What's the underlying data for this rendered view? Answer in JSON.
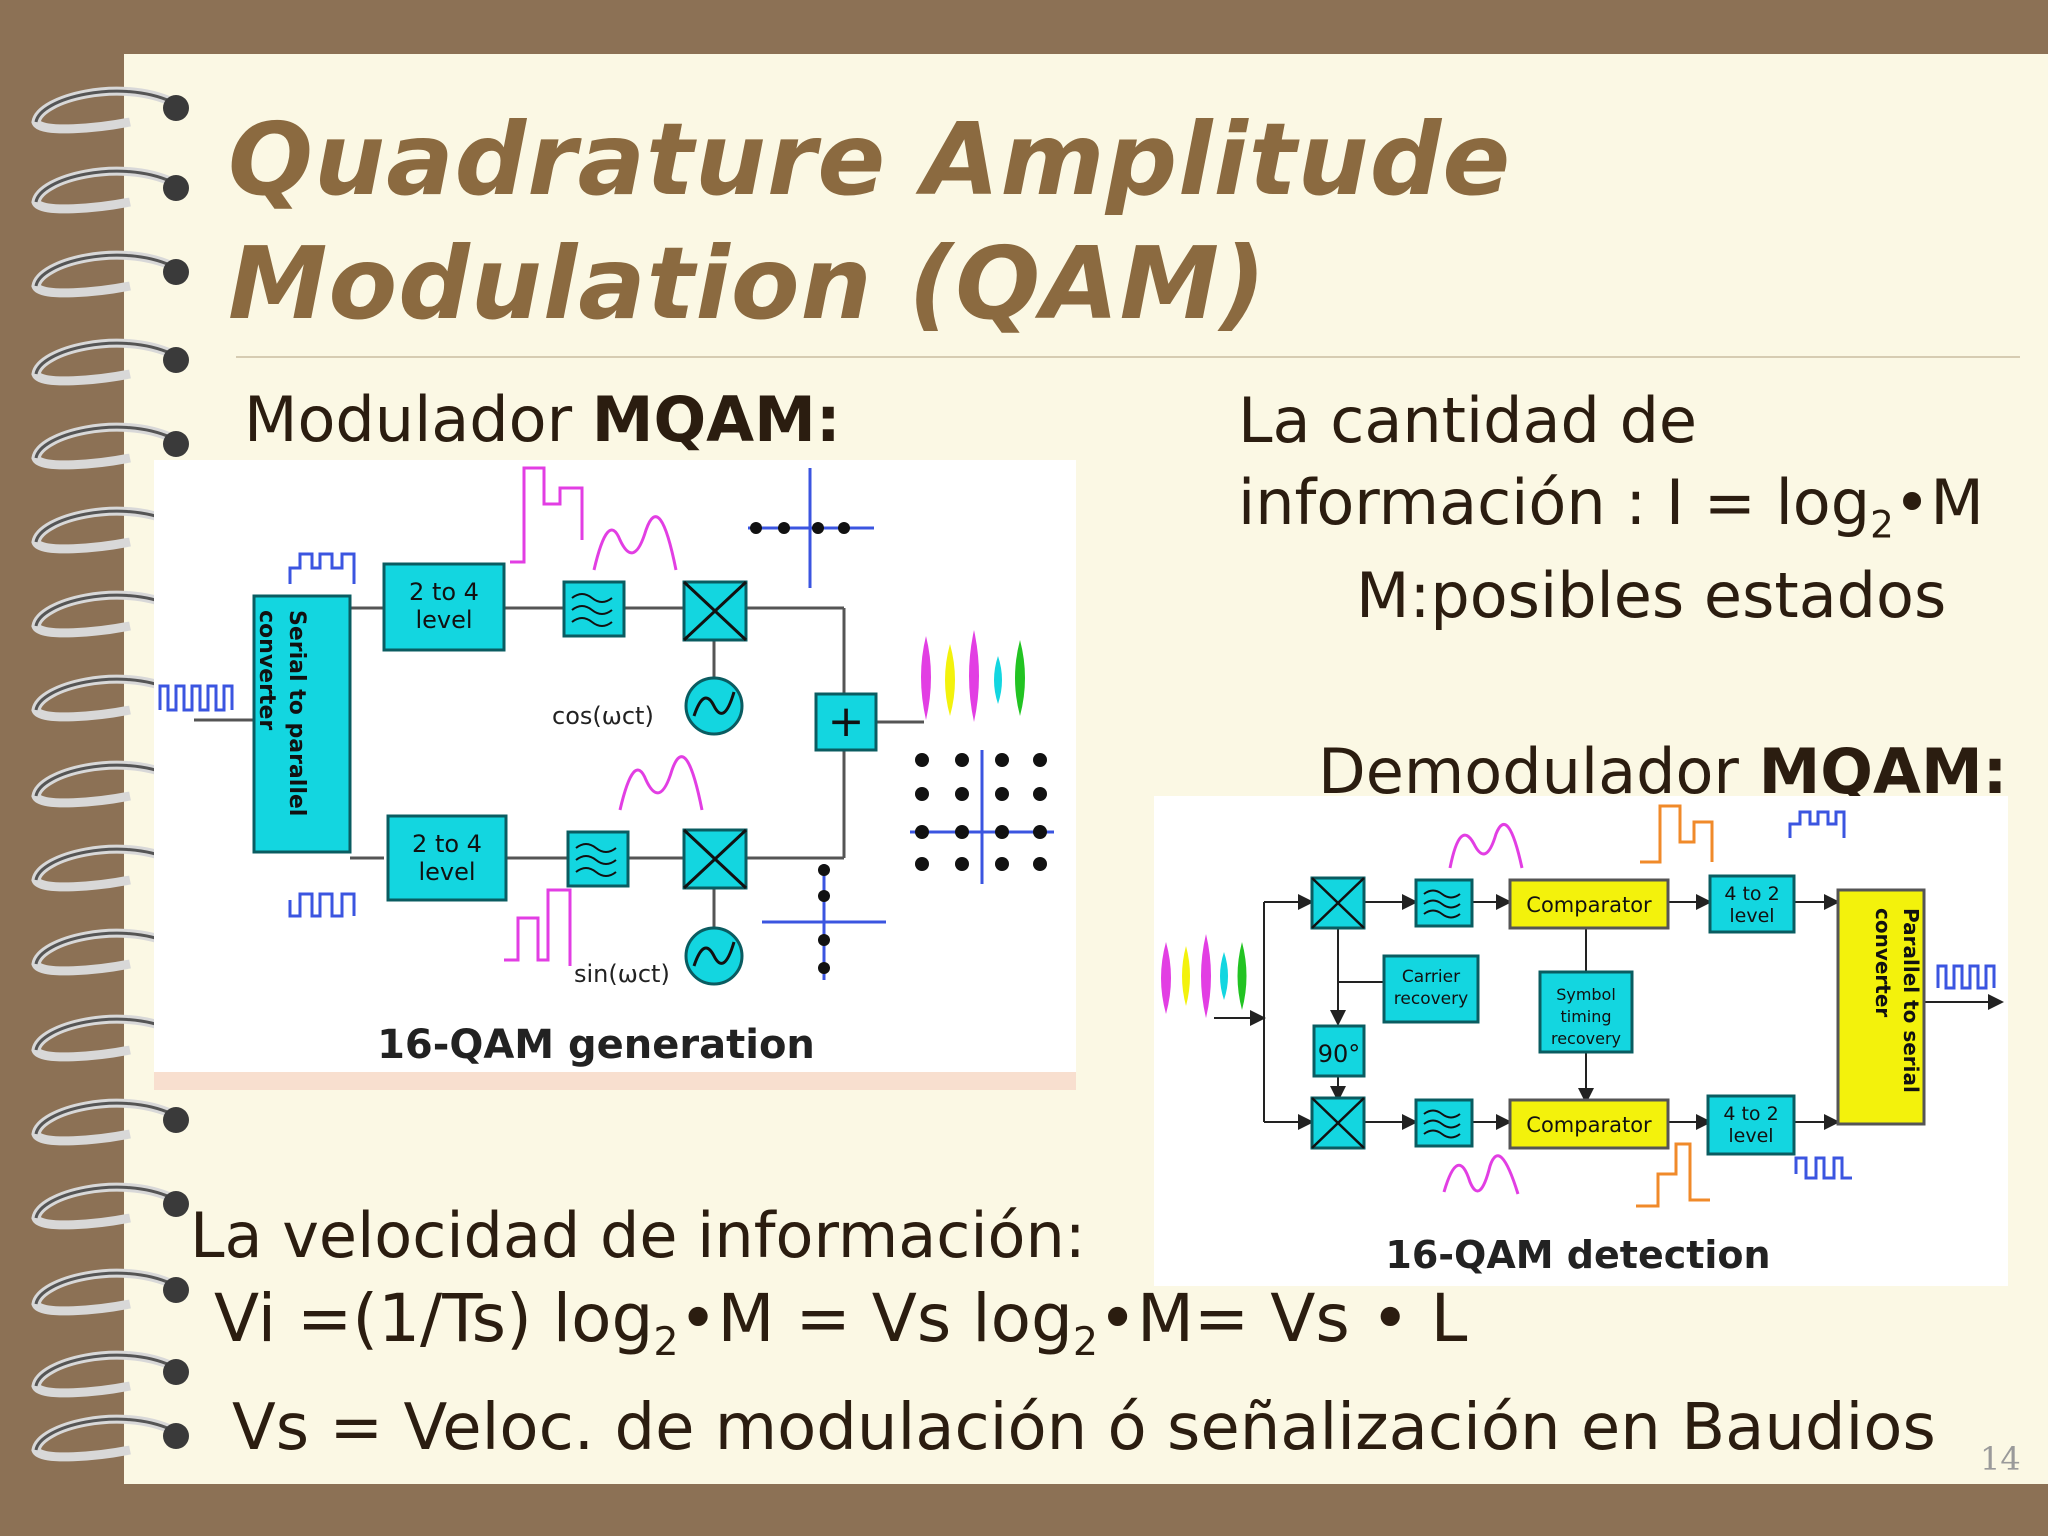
{
  "slide": {
    "title": "Quadrature Amplitude Modulation (QAM)",
    "page_number": "14"
  },
  "modulator": {
    "label_prefix": "Modulador ",
    "label_bold": "MQAM:",
    "diagram": {
      "serial_to_parallel": "Serial to parallel converter",
      "level_top": "2 to 4 level",
      "level_bottom": "2 to 4 level",
      "cos_label": "cos(ωct)",
      "sin_label": "sin(ωct)",
      "sum_symbol": "+",
      "caption": "16-QAM generation"
    }
  },
  "information": {
    "line1": "La cantidad de",
    "line2_prefix": "información : I = log",
    "line2_sub": "2",
    "line2_suffix": "•M",
    "states": "M:posibles estados"
  },
  "demodulator": {
    "label_prefix": "Demodulador ",
    "label_bold": "MQAM:",
    "diagram": {
      "comparator_top": "Comparator",
      "comparator_bottom": "Comparator",
      "level_top": "4 to 2 level",
      "level_bottom": "4 to 2 level",
      "carrier_recovery": "Carrier recovery",
      "symbol_timing": "Symbol timing recovery",
      "phase_shift": "90°",
      "parallel_to_serial": "Parallel to serial converter",
      "caption": "16-QAM detection"
    }
  },
  "velocity": {
    "label": "La velocidad de información:",
    "eq_part1": "Vi =(1/Ts) log",
    "eq_sub1": "2",
    "eq_part2": "•M = Vs log",
    "eq_sub2": "2",
    "eq_part3": "•M= Vs • L",
    "vs_definition": "Vs = Veloc. de modulación ó señalización en Baudios"
  },
  "colors": {
    "background": "#8c7155",
    "paper": "#fbf8e4",
    "title": "#8b6a40",
    "text": "#2b1d10",
    "block_cyan": "#13d6e0",
    "block_yellow": "#f3f20c",
    "pulse_magenta": "#e23ee3",
    "pulse_orange": "#f08a2a",
    "pulse_blue": "#3b55e0"
  }
}
